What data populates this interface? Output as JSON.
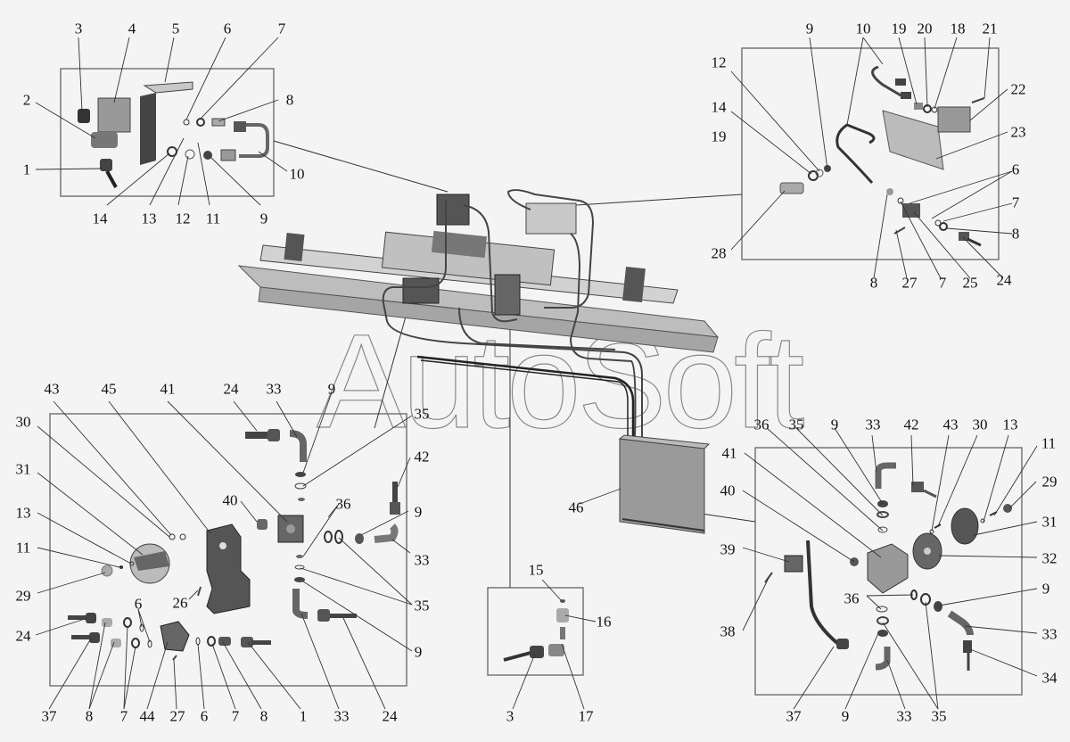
{
  "diagram": {
    "type": "exploded-parts-diagram",
    "watermark": "AutoSoft",
    "colors": {
      "background": "#f4f4f4",
      "frame": "#777777",
      "leader": "#333333",
      "part_dark": "#4a4a4a",
      "part_mid": "#8c8c8c",
      "part_light": "#c8c8c8"
    },
    "panels": {
      "top_left": {
        "labels": [
          {
            "id": "tl-3",
            "text": "3"
          },
          {
            "id": "tl-4",
            "text": "4"
          },
          {
            "id": "tl-5",
            "text": "5"
          },
          {
            "id": "tl-6",
            "text": "6"
          },
          {
            "id": "tl-7",
            "text": "7"
          },
          {
            "id": "tl-2",
            "text": "2"
          },
          {
            "id": "tl-8",
            "text": "8"
          },
          {
            "id": "tl-1",
            "text": "1"
          },
          {
            "id": "tl-10",
            "text": "10"
          },
          {
            "id": "tl-14",
            "text": "14"
          },
          {
            "id": "tl-13",
            "text": "13"
          },
          {
            "id": "tl-12",
            "text": "12"
          },
          {
            "id": "tl-11",
            "text": "11"
          },
          {
            "id": "tl-9",
            "text": "9"
          }
        ]
      },
      "top_right": {
        "labels": [
          {
            "id": "tr-9",
            "text": "9"
          },
          {
            "id": "tr-10",
            "text": "10"
          },
          {
            "id": "tr-19a",
            "text": "19"
          },
          {
            "id": "tr-20",
            "text": "20"
          },
          {
            "id": "tr-18",
            "text": "18"
          },
          {
            "id": "tr-21",
            "text": "21"
          },
          {
            "id": "tr-12",
            "text": "12"
          },
          {
            "id": "tr-22",
            "text": "22"
          },
          {
            "id": "tr-14",
            "text": "14"
          },
          {
            "id": "tr-19b",
            "text": "19"
          },
          {
            "id": "tr-23",
            "text": "23"
          },
          {
            "id": "tr-6",
            "text": "6"
          },
          {
            "id": "tr-7a",
            "text": "7"
          },
          {
            "id": "tr-8a",
            "text": "8"
          },
          {
            "id": "tr-28",
            "text": "28"
          },
          {
            "id": "tr-8b",
            "text": "8"
          },
          {
            "id": "tr-27",
            "text": "27"
          },
          {
            "id": "tr-7b",
            "text": "7"
          },
          {
            "id": "tr-25",
            "text": "25"
          },
          {
            "id": "tr-24",
            "text": "24"
          }
        ]
      },
      "bottom_left": {
        "labels": [
          {
            "id": "bl-43",
            "text": "43"
          },
          {
            "id": "bl-45",
            "text": "45"
          },
          {
            "id": "bl-41",
            "text": "41"
          },
          {
            "id": "bl-24a",
            "text": "24"
          },
          {
            "id": "bl-33a",
            "text": "33"
          },
          {
            "id": "bl-9a",
            "text": "9"
          },
          {
            "id": "bl-35a",
            "text": "35"
          },
          {
            "id": "bl-30",
            "text": "30"
          },
          {
            "id": "bl-31",
            "text": "31"
          },
          {
            "id": "bl-42",
            "text": "42"
          },
          {
            "id": "bl-13",
            "text": "13"
          },
          {
            "id": "bl-40",
            "text": "40"
          },
          {
            "id": "bl-36",
            "text": "36"
          },
          {
            "id": "bl-9b",
            "text": "9"
          },
          {
            "id": "bl-11",
            "text": "11"
          },
          {
            "id": "bl-33b",
            "text": "33"
          },
          {
            "id": "bl-29",
            "text": "29"
          },
          {
            "id": "bl-26",
            "text": "26"
          },
          {
            "id": "bl-35b",
            "text": "35"
          },
          {
            "id": "bl-6a",
            "text": "6"
          },
          {
            "id": "bl-24b",
            "text": "24"
          },
          {
            "id": "bl-9c",
            "text": "9"
          },
          {
            "id": "bl-37",
            "text": "37"
          },
          {
            "id": "bl-8a",
            "text": "8"
          },
          {
            "id": "bl-7a",
            "text": "7"
          },
          {
            "id": "bl-44",
            "text": "44"
          },
          {
            "id": "bl-27",
            "text": "27"
          },
          {
            "id": "bl-6b",
            "text": "6"
          },
          {
            "id": "bl-7b",
            "text": "7"
          },
          {
            "id": "bl-8b",
            "text": "8"
          },
          {
            "id": "bl-1",
            "text": "1"
          },
          {
            "id": "bl-33c",
            "text": "33"
          },
          {
            "id": "bl-24c",
            "text": "24"
          }
        ]
      },
      "bottom_center": {
        "labels": [
          {
            "id": "bc-15",
            "text": "15"
          },
          {
            "id": "bc-16",
            "text": "16"
          },
          {
            "id": "bc-3",
            "text": "3"
          },
          {
            "id": "bc-17",
            "text": "17"
          }
        ]
      },
      "bottom_right": {
        "labels": [
          {
            "id": "br-36a",
            "text": "36"
          },
          {
            "id": "br-35a",
            "text": "35"
          },
          {
            "id": "br-9a",
            "text": "9"
          },
          {
            "id": "br-33a",
            "text": "33"
          },
          {
            "id": "br-42",
            "text": "42"
          },
          {
            "id": "br-43",
            "text": "43"
          },
          {
            "id": "br-30",
            "text": "30"
          },
          {
            "id": "br-13",
            "text": "13"
          },
          {
            "id": "br-11",
            "text": "11"
          },
          {
            "id": "br-41",
            "text": "41"
          },
          {
            "id": "br-29",
            "text": "29"
          },
          {
            "id": "br-40",
            "text": "40"
          },
          {
            "id": "br-31",
            "text": "31"
          },
          {
            "id": "br-39",
            "text": "39"
          },
          {
            "id": "br-32",
            "text": "32"
          },
          {
            "id": "br-36b",
            "text": "36"
          },
          {
            "id": "br-9b",
            "text": "9"
          },
          {
            "id": "br-38",
            "text": "38"
          },
          {
            "id": "br-33b",
            "text": "33"
          },
          {
            "id": "br-34",
            "text": "34"
          },
          {
            "id": "br-37",
            "text": "37"
          },
          {
            "id": "br-9c",
            "text": "9"
          },
          {
            "id": "br-33c",
            "text": "33"
          },
          {
            "id": "br-35b",
            "text": "35"
          }
        ]
      },
      "center": {
        "labels": [
          {
            "id": "c-46",
            "text": "46"
          }
        ]
      }
    }
  }
}
